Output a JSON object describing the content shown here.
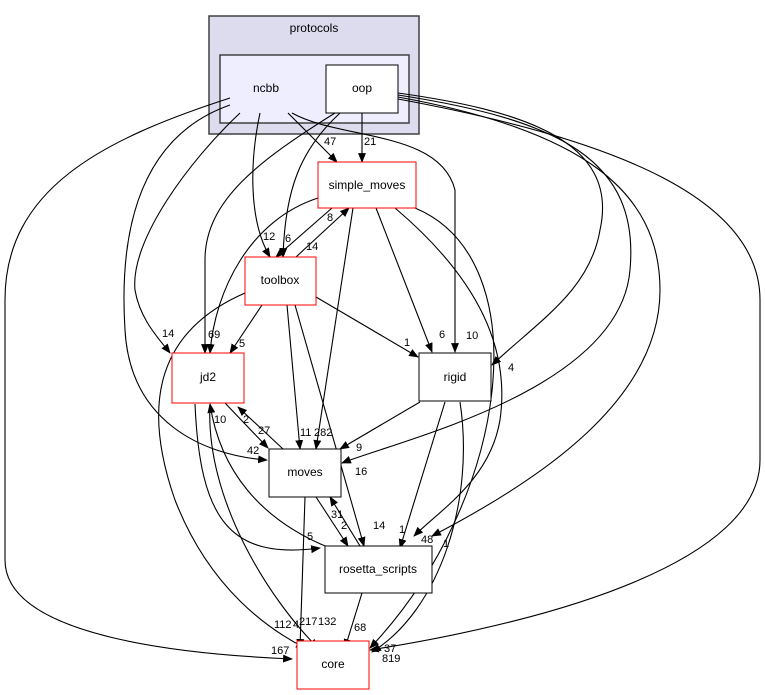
{
  "diagram": {
    "type": "directory-dependency-graph",
    "cluster": {
      "outer_label": "protocols",
      "inner_label": "ncbb",
      "inner_node": "oop",
      "colors": {
        "outer_fill": "#dcdcee",
        "inner_fill": "#eeeeff",
        "border": "#404040"
      }
    },
    "nodes": [
      {
        "id": "simple_moves",
        "label": "simple_moves",
        "border": "#ff0000"
      },
      {
        "id": "toolbox",
        "label": "toolbox",
        "border": "#ff0000"
      },
      {
        "id": "jd2",
        "label": "jd2",
        "border": "#ff0000"
      },
      {
        "id": "rigid",
        "label": "rigid",
        "border": "#000000"
      },
      {
        "id": "moves",
        "label": "moves",
        "border": "#000000"
      },
      {
        "id": "rosetta_scripts",
        "label": "rosetta_scripts",
        "border": "#000000"
      },
      {
        "id": "core",
        "label": "core",
        "border": "#ff0000"
      }
    ],
    "edge_labels": [
      {
        "text": "47"
      },
      {
        "text": "21"
      },
      {
        "text": "12"
      },
      {
        "text": "6"
      },
      {
        "text": "8"
      },
      {
        "text": "14"
      },
      {
        "text": "14"
      },
      {
        "text": "69"
      },
      {
        "text": "5"
      },
      {
        "text": "1"
      },
      {
        "text": "6"
      },
      {
        "text": "10"
      },
      {
        "text": "4"
      },
      {
        "text": "10"
      },
      {
        "text": "2"
      },
      {
        "text": "27"
      },
      {
        "text": "42"
      },
      {
        "text": "11"
      },
      {
        "text": "282"
      },
      {
        "text": "9"
      },
      {
        "text": "16"
      },
      {
        "text": "31"
      },
      {
        "text": "2"
      },
      {
        "text": "5"
      },
      {
        "text": "14"
      },
      {
        "text": "1"
      },
      {
        "text": "48"
      },
      {
        "text": "1"
      },
      {
        "text": "112"
      },
      {
        "text": "4"
      },
      {
        "text": "217"
      },
      {
        "text": "132"
      },
      {
        "text": "68"
      },
      {
        "text": "167"
      },
      {
        "text": "37"
      },
      {
        "text": "819"
      }
    ]
  }
}
